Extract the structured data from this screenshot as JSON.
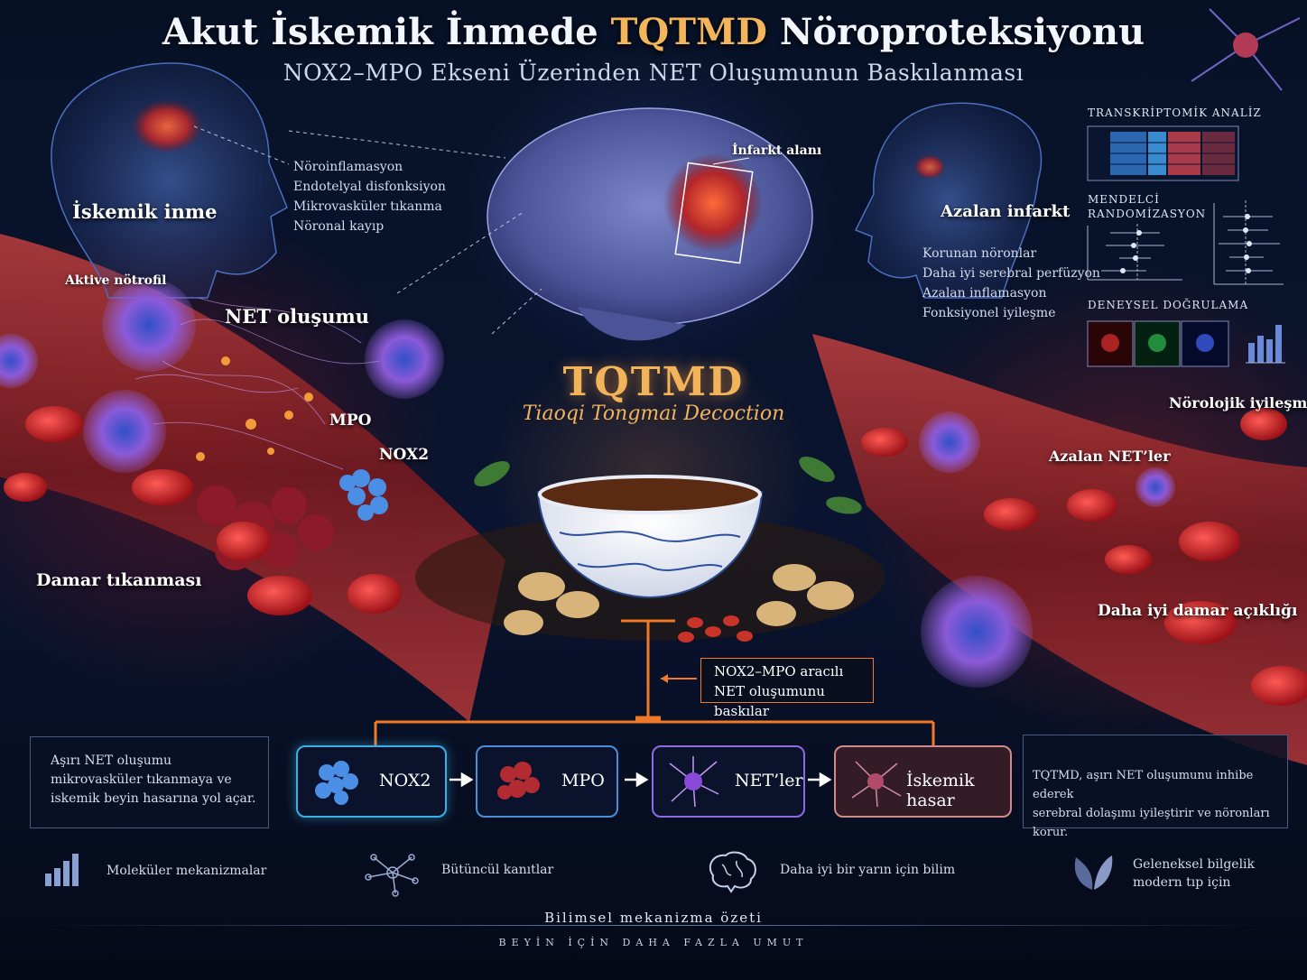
{
  "header": {
    "title_pre": "Akut İskemik İnmede ",
    "title_hl": "TQTMD",
    "title_post": " Nöroproteksiyonu",
    "subtitle": "NOX2–MPO Ekseni Üzerinden NET Oluşumunun Baskılanması"
  },
  "left": {
    "stroke_label": "İskemik inme",
    "stroke_effects": [
      "Nöroinflamasyon",
      "Endotelyal disfonksiyon",
      "Mikrovasküler tıkanma",
      "Nöronal kayıp"
    ],
    "neutrophil_label": "Aktive nötrofil",
    "net_label": "NET oluşumu",
    "mpo_label": "MPO",
    "nox2_label": "NOX2",
    "occlusion_label": "Damar tıkanması"
  },
  "center": {
    "infarct_label": "İnfarkt alanı",
    "drug_name": "TQTMD",
    "drug_full": "Tiaoqi Tongmai Decoction",
    "inhibit_note": [
      "NOX2–MPO aracılı",
      "NET oluşumunu baskılar"
    ]
  },
  "right": {
    "reduced_infarct": "Azalan infarkt",
    "benefits": [
      "Korunan nöronlar",
      "Daha iyi serebral perfüzyon",
      "Azalan inflamasyon",
      "Fonksiyonel iyileşme"
    ],
    "transcriptomic": "TRANSKRİPTOMİK ANALİZ",
    "mendelian": [
      "MENDELCİ",
      "RANDOMİZASYON"
    ],
    "experimental": "DENEYSEL DOĞRULAMA",
    "neuro_recovery": "Nörolojik iyileşme",
    "reduced_nets": "Azalan NET’ler",
    "better_patency": "Daha iyi damar açıklığı"
  },
  "flow": {
    "steps": [
      "NOX2",
      "MPO",
      "NET’ler",
      "İskemik hasar"
    ],
    "colors": [
      "#3ab0e6",
      "#4a8ed8",
      "#8f6ae0",
      "#d08a8a"
    ]
  },
  "notes": {
    "left": [
      "Aşırı NET oluşumu",
      "mikrovasküler tıkanmaya ve",
      "iskemik beyin hasarına yol açar."
    ],
    "right": [
      "TQTMD, aşırı NET oluşumunu inhibe ederek",
      "serebral dolaşımı iyileştirir ve nöronları korur."
    ]
  },
  "footer": {
    "items": [
      {
        "label": "Moleküler mekanizmalar",
        "icon": "bar-chart-icon"
      },
      {
        "label": "Bütüncül kanıtlar",
        "icon": "network-icon"
      },
      {
        "label": "Daha iyi bir yarın için bilim",
        "icon": "brain-icon"
      },
      {
        "label": "Geleneksel bilgelik",
        "label2": "modern tıp için",
        "icon": "leaf-icon"
      }
    ],
    "summary": "Bilimsel mekanizma özeti",
    "slogan": "BEYİN İÇİN DAHA FAZLA UMUT"
  },
  "colors": {
    "accent": "#f2b45b",
    "connector": "#f07a2a",
    "vessel": "#8c1f22"
  }
}
